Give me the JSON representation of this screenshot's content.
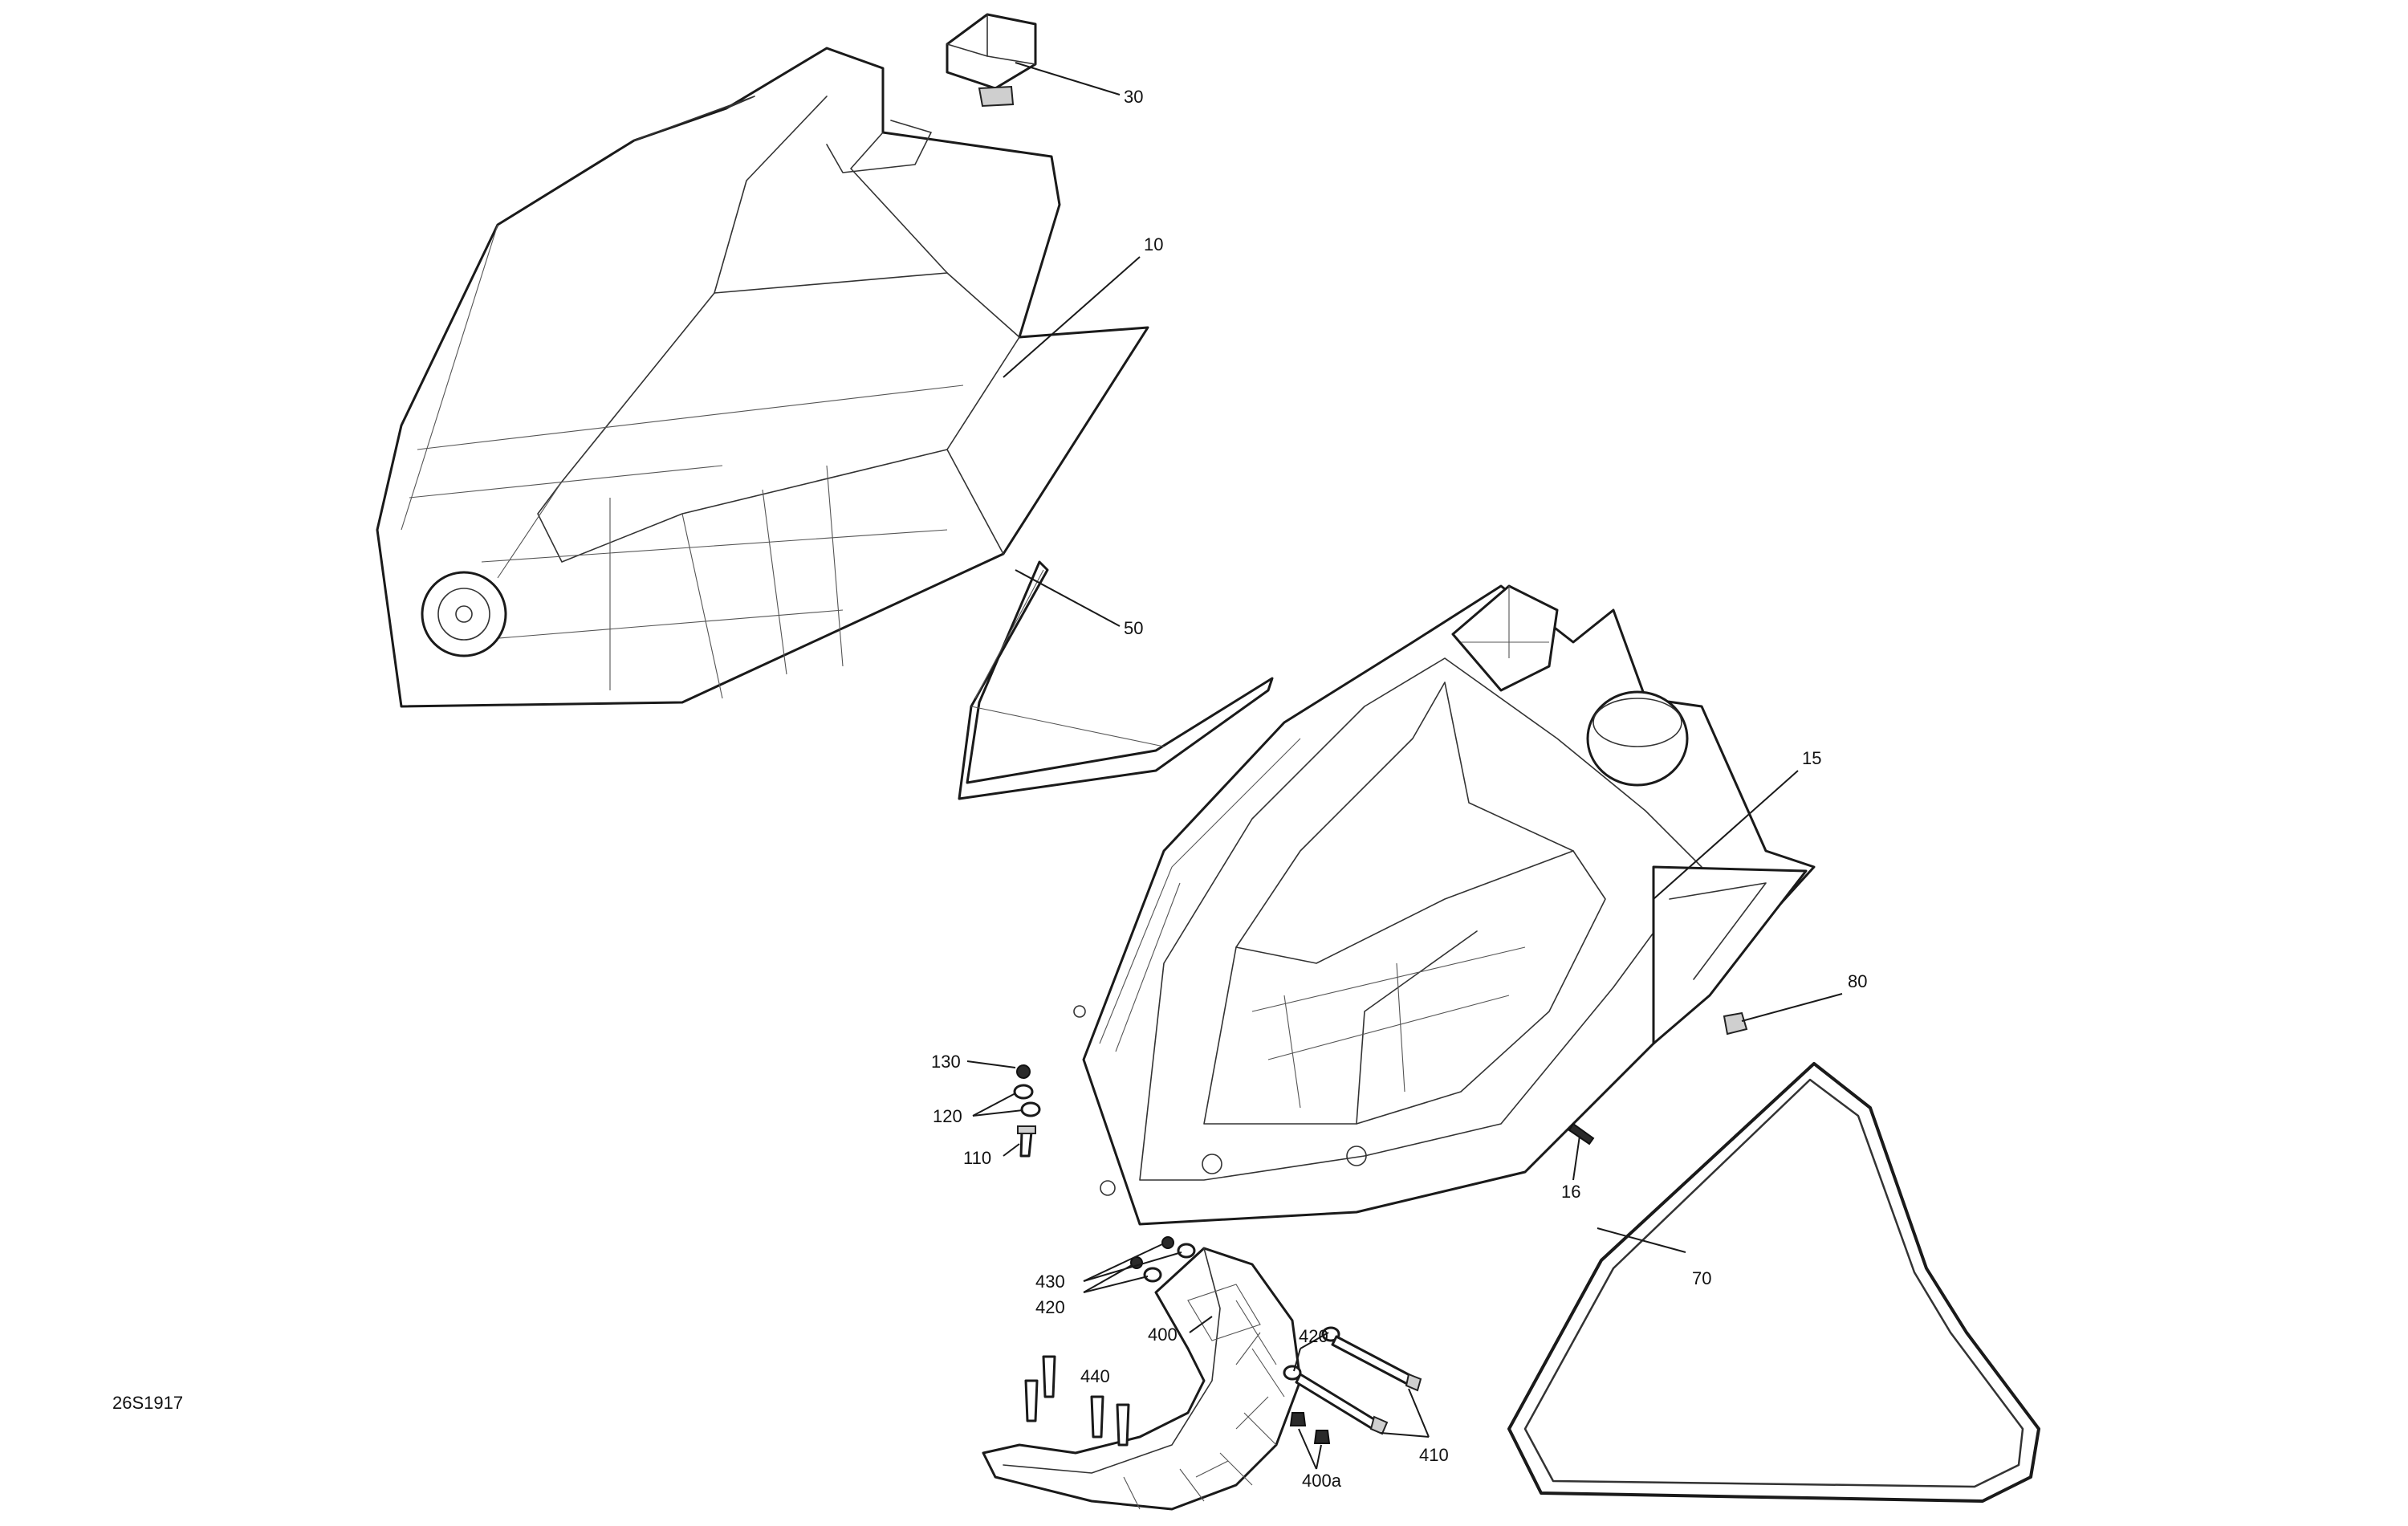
{
  "callouts": {
    "c30": "30",
    "c10": "10",
    "c50": "50",
    "c15": "15",
    "c80": "80",
    "c130": "130",
    "c120": "120",
    "c110": "110",
    "c16": "16",
    "c430": "430",
    "c420a": "420",
    "c420b": "420",
    "c400": "400",
    "c440": "440",
    "c70": "70",
    "c410": "410",
    "c400a": "400a"
  },
  "drawing_id": "26S1917"
}
